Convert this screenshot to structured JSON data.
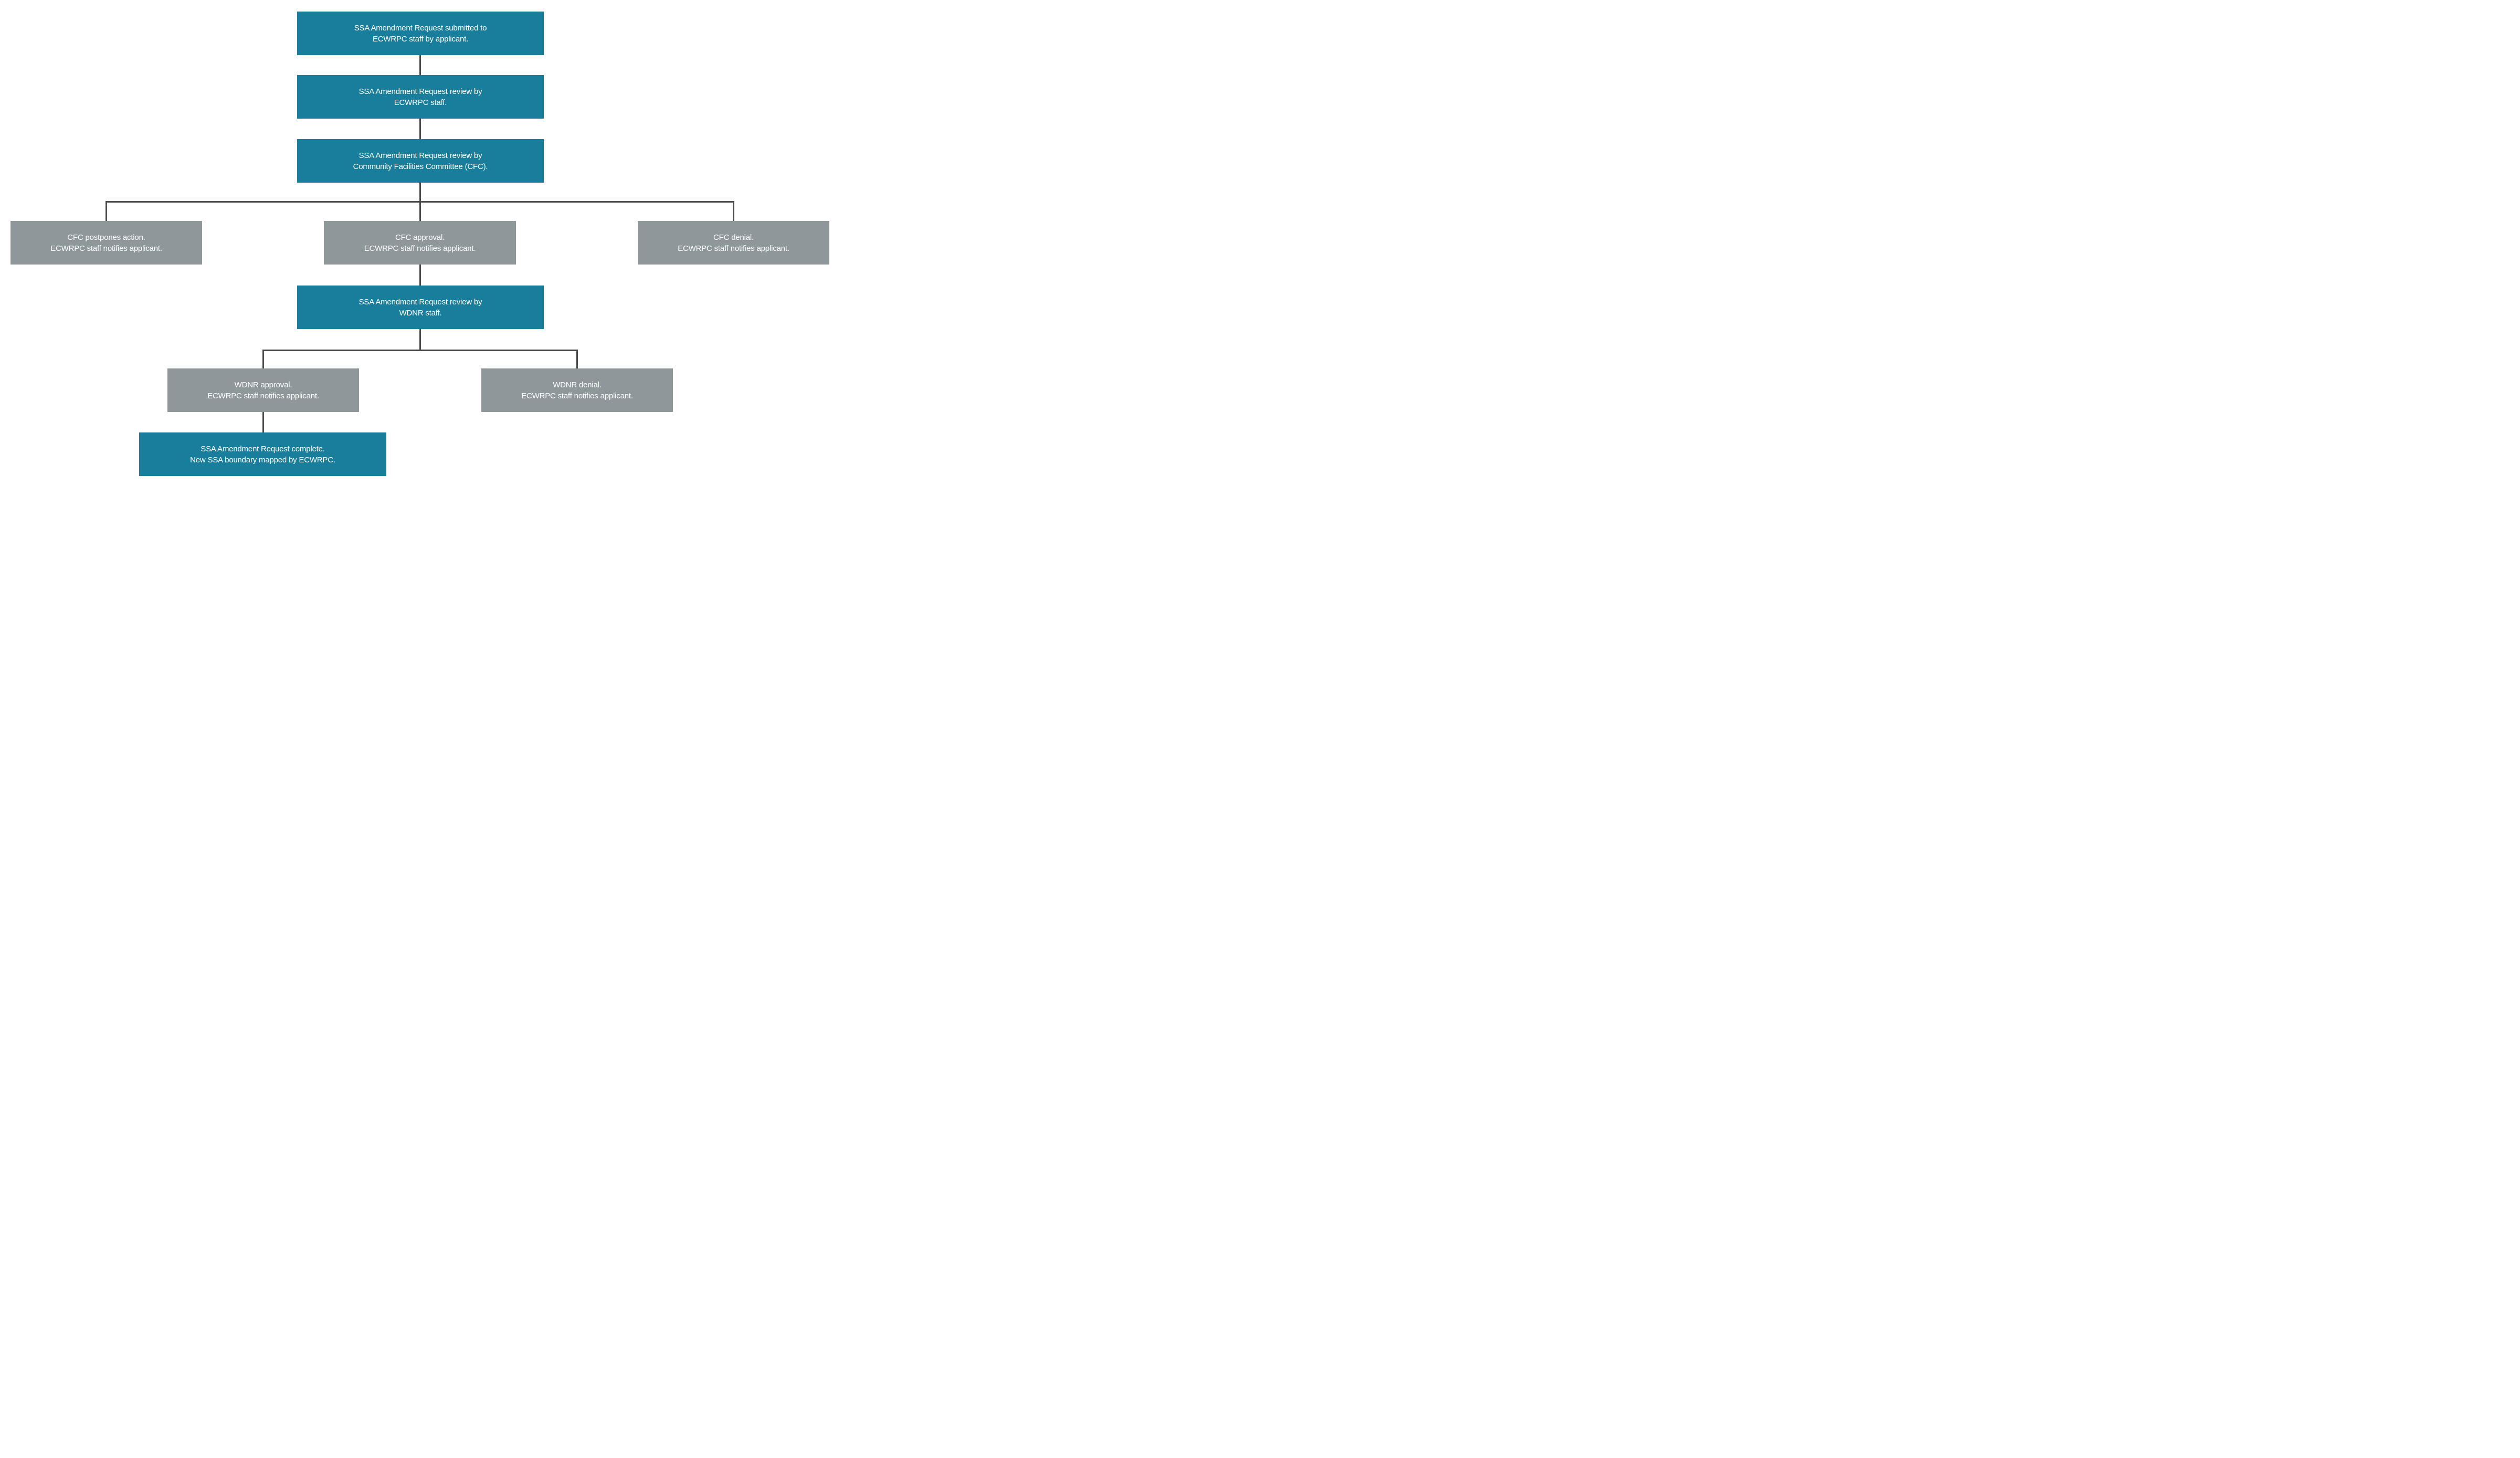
{
  "colors": {
    "teal": "#197E9C",
    "gray": "#8E979A",
    "line": "#4A4A4A",
    "text": "#FFFFFF",
    "background": "#FFFFFF"
  },
  "nodes": [
    {
      "id": "submit",
      "style": "teal",
      "line1": "SSA Amendment Request submitted to",
      "line2": "ECWRPC staff by applicant."
    },
    {
      "id": "review-ecwrpc",
      "style": "teal",
      "line1": "SSA Amendment Request review by",
      "line2": "ECWRPC staff."
    },
    {
      "id": "review-cfc",
      "style": "teal",
      "line1": "SSA Amendment Request review by",
      "line2": "Community Facilities Committee (CFC)."
    },
    {
      "id": "cfc-postpones",
      "style": "gray",
      "line1": "CFC postpones action.",
      "line2": "ECWRPC staff notifies applicant."
    },
    {
      "id": "cfc-approval",
      "style": "gray",
      "line1": "CFC approval.",
      "line2": "ECWRPC staff notifies applicant."
    },
    {
      "id": "cfc-denial",
      "style": "gray",
      "line1": "CFC denial.",
      "line2": "ECWRPC staff notifies applicant."
    },
    {
      "id": "review-wdnr",
      "style": "teal",
      "line1": "SSA Amendment Request review by",
      "line2": "WDNR staff."
    },
    {
      "id": "wdnr-approval",
      "style": "gray",
      "line1": "WDNR approval.",
      "line2": "ECWRPC staff notifies applicant."
    },
    {
      "id": "wdnr-denial",
      "style": "gray",
      "line1": "WDNR denial.",
      "line2": "ECWRPC staff notifies applicant."
    },
    {
      "id": "complete",
      "style": "teal",
      "line1": "SSA Amendment Request complete.",
      "line2": "New SSA boundary mapped by ECWRPC."
    }
  ],
  "edges": [
    {
      "from": "submit",
      "to": "review-ecwrpc"
    },
    {
      "from": "review-ecwrpc",
      "to": "review-cfc"
    },
    {
      "from": "review-cfc",
      "to": "cfc-postpones"
    },
    {
      "from": "review-cfc",
      "to": "cfc-approval"
    },
    {
      "from": "review-cfc",
      "to": "cfc-denial"
    },
    {
      "from": "cfc-approval",
      "to": "review-wdnr"
    },
    {
      "from": "review-wdnr",
      "to": "wdnr-approval"
    },
    {
      "from": "review-wdnr",
      "to": "wdnr-denial"
    },
    {
      "from": "wdnr-approval",
      "to": "complete"
    }
  ]
}
